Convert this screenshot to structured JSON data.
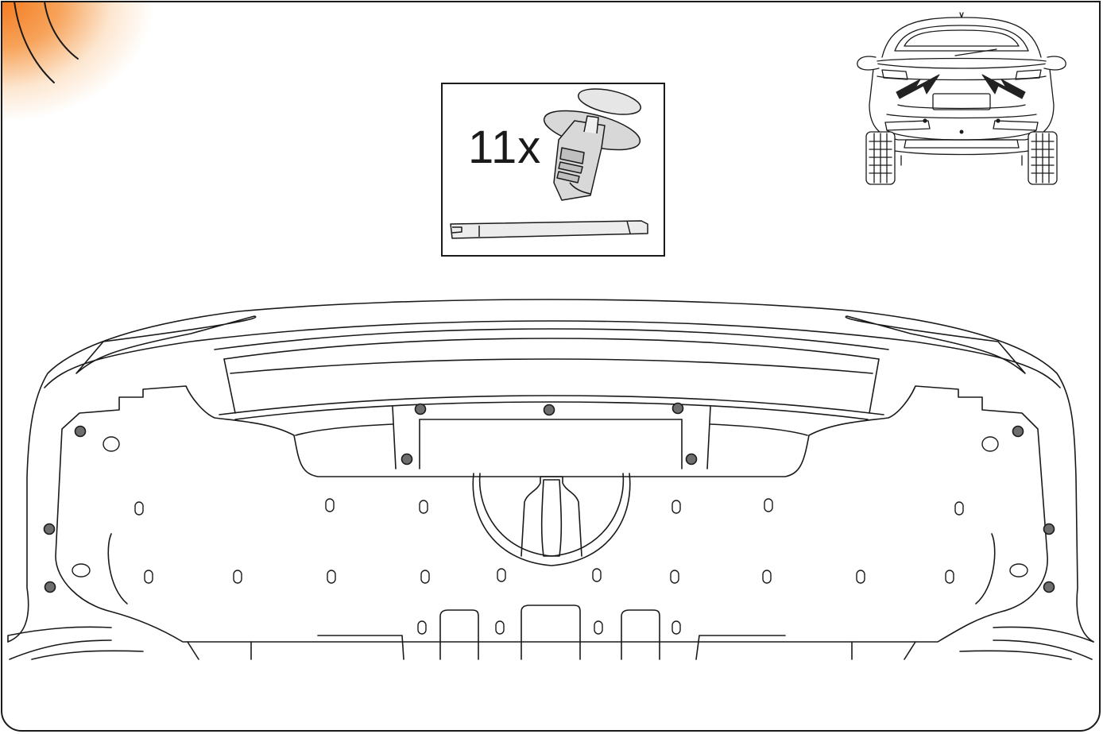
{
  "instruction": {
    "clip_quantity_label": "11x",
    "clip_count": 11,
    "tool_icon": "trim-removal-tool",
    "clip_icon": "push-pin-rivet-clip",
    "direction_icon": "outward-arrows-icon"
  },
  "colors": {
    "outline": "#1a1a1a",
    "corner_accent": "#f47a1f",
    "clip_fill": "#d8d8d8",
    "fastener_fill": "#6e6e6e",
    "arrow_fill": "#222222"
  }
}
